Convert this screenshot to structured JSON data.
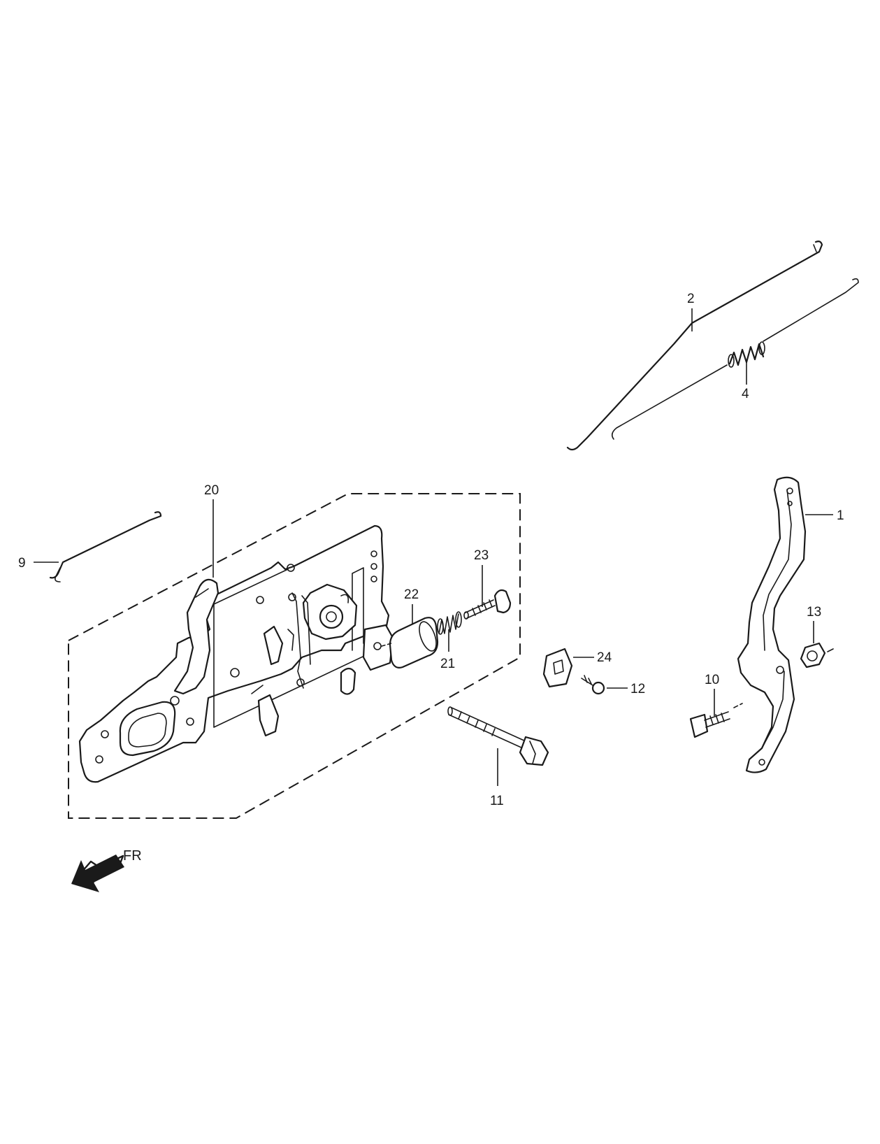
{
  "diagram": {
    "callouts": {
      "c1": "1",
      "c2": "2",
      "c4": "4",
      "c9": "9",
      "c10": "10",
      "c11": "11",
      "c12": "12",
      "c13": "13",
      "c20": "20",
      "c21": "21",
      "c22": "22",
      "c23": "23",
      "c24": "24"
    },
    "direction_label": "FR"
  }
}
